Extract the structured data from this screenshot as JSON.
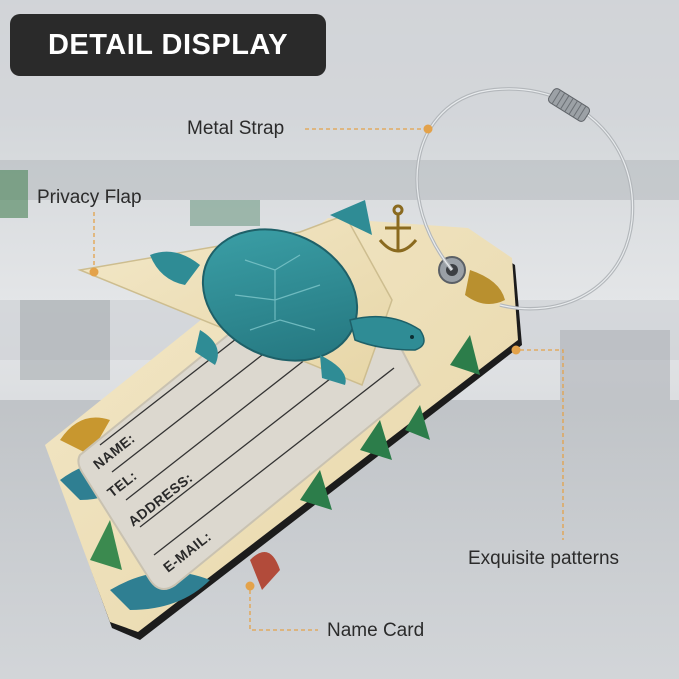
{
  "badge": {
    "title": "DETAIL DISPLAY"
  },
  "callouts": {
    "metal_strap": "Metal Strap",
    "privacy_flap": "Privacy Flap",
    "exquisite_patterns": "Exquisite patterns",
    "name_card": "Name Card"
  },
  "name_card_fields": {
    "name": "NAME:",
    "tel": "TEL:",
    "address": "ADDRESS:",
    "email": "E-MAIL:"
  },
  "colors": {
    "badge_bg": "#2a2a2a",
    "badge_text": "#ffffff",
    "leader_line": "#e3a24a",
    "turtle": "#2f8c95",
    "tag_background": "#efe2bf"
  }
}
